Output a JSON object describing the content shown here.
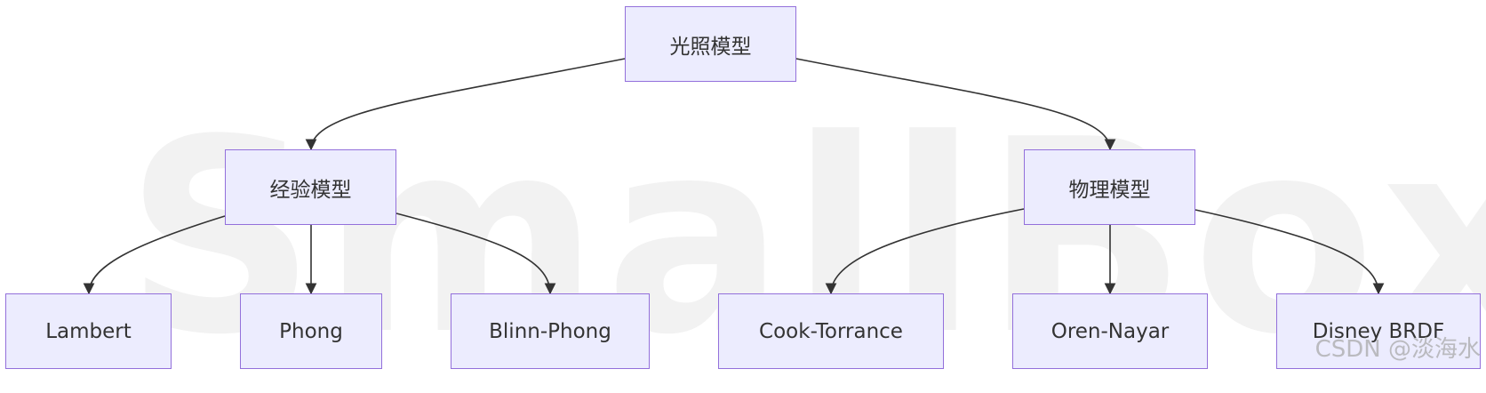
{
  "watermark": {
    "background_text": "SmallBox",
    "csdn_text": "CSDN @淡海水"
  },
  "colors": {
    "node_fill": "#ececfe",
    "node_border": "#9370db",
    "edge": "#333333",
    "text": "#333333"
  },
  "nodes": {
    "root": "光照模型",
    "empirical": "经验模型",
    "physical": "物理模型",
    "lambert": "Lambert",
    "phong": "Phong",
    "blinn_phong": "Blinn-Phong",
    "cook_torrance": "Cook-Torrance",
    "oren_nayar": "Oren-Nayar",
    "disney_brdf": "Disney BRDF"
  },
  "edges": [
    {
      "from": "光照模型",
      "to": "经验模型"
    },
    {
      "from": "光照模型",
      "to": "物理模型"
    },
    {
      "from": "经验模型",
      "to": "Lambert"
    },
    {
      "from": "经验模型",
      "to": "Phong"
    },
    {
      "from": "经验模型",
      "to": "Blinn-Phong"
    },
    {
      "from": "物理模型",
      "to": "Cook-Torrance"
    },
    {
      "from": "物理模型",
      "to": "Oren-Nayar"
    },
    {
      "from": "物理模型",
      "to": "Disney BRDF"
    }
  ]
}
